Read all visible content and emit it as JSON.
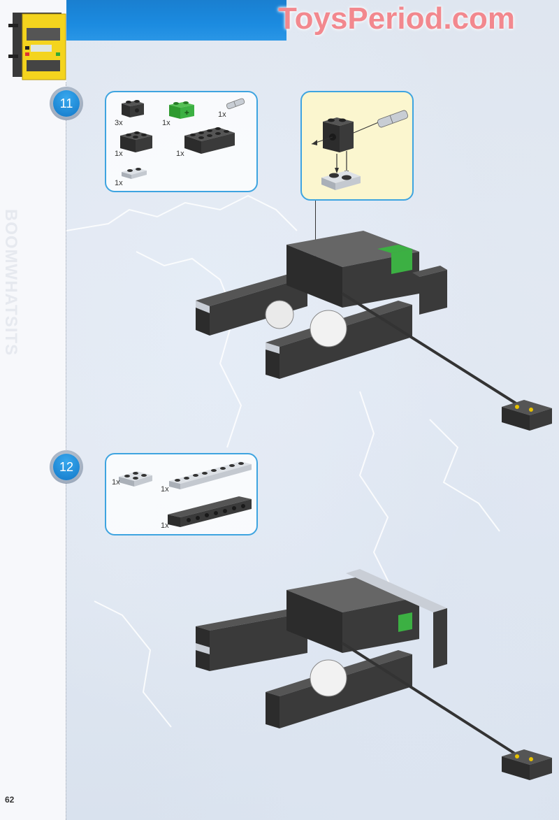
{
  "watermark": "ToysPeriod.com",
  "page_number": "62",
  "sidebar_text": "BOOMWHATSITS",
  "colors": {
    "accent_blue": "#1b8be0",
    "box_border": "#3ea4e0",
    "callout_bg": "#fbf6cf",
    "brick_dark": "#3c3c3c",
    "brick_light": "#c9ced6",
    "brick_green": "#3cb043",
    "watermark": "#f2888e"
  },
  "steps": [
    {
      "number": "11",
      "parts": [
        {
          "name": "dark-gray-technic-brick-1x2-with-hole",
          "qty": "3x"
        },
        {
          "name": "green-technic-brick-1x2-axle-hole",
          "qty": "1x"
        },
        {
          "name": "light-gray-technic-pin",
          "qty": "1x"
        },
        {
          "name": "dark-gray-brick-2x2",
          "qty": "1x"
        },
        {
          "name": "dark-gray-brick-2x4",
          "qty": "1x"
        },
        {
          "name": "light-gray-plate-1x2",
          "qty": "1x"
        }
      ],
      "callout": "sub-assembly: pin into 1x2 technic brick, brick onto 1x2 plate"
    },
    {
      "number": "12",
      "parts": [
        {
          "name": "light-gray-plate-2x2",
          "qty": "1x"
        },
        {
          "name": "light-gray-plate-1x8",
          "qty": "1x"
        },
        {
          "name": "dark-gray-technic-brick-1x8",
          "qty": "1x"
        }
      ]
    }
  ]
}
